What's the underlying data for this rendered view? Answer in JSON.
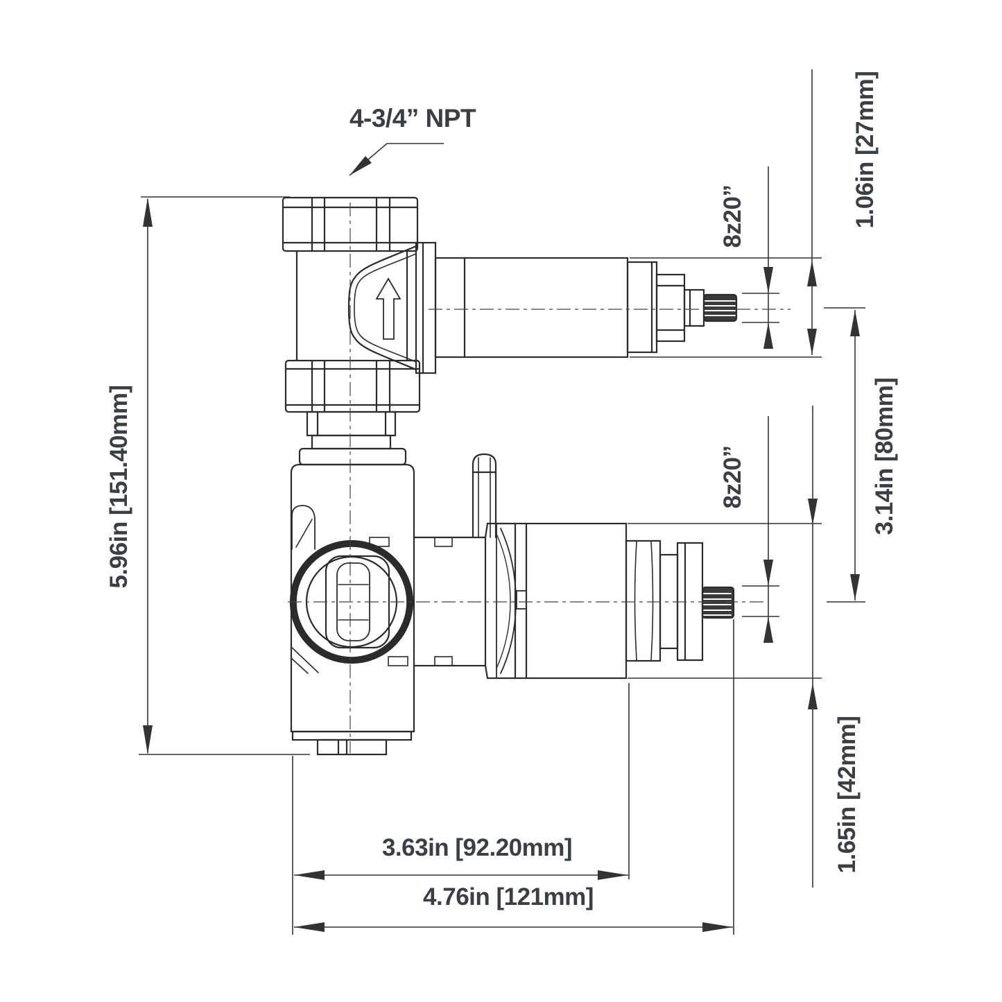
{
  "labels": {
    "npt_callout": "4-3/4” NPT",
    "top_spline": "8z20”",
    "cartridge_depth_top": "1.06in [27mm]",
    "stem_spacing": "3.14in [80mm]",
    "bottom_spline": "8z20”",
    "overall_height": "5.96in [151.40mm]",
    "cartridge_depth_bottom": "1.65in [42mm]",
    "width_inner": "3.63in [92.20mm]",
    "width_overall": "4.76in [121mm]"
  },
  "colors": {
    "background": "#ffffff",
    "line": "#2b2b2b",
    "dimension_line": "#333333",
    "text": "#3b3e42"
  }
}
